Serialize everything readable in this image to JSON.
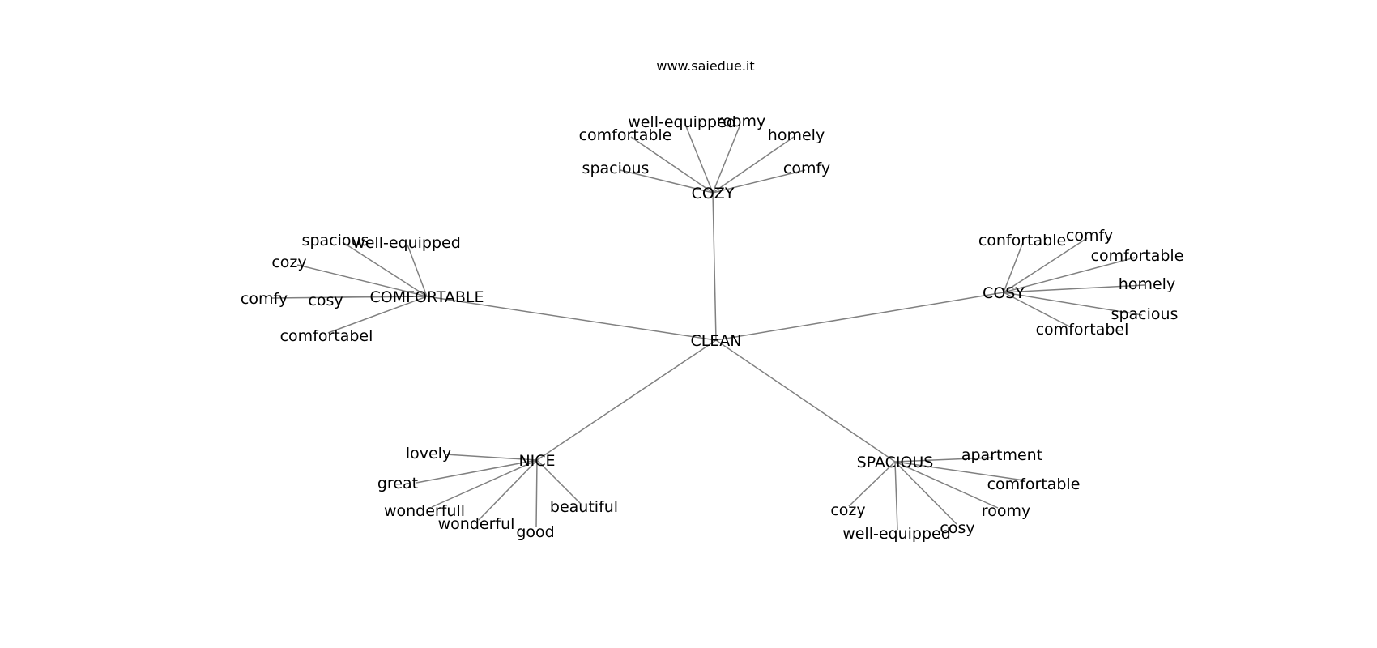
{
  "header": {
    "site": "www.saiedue.it"
  },
  "graph": {
    "center": "CLEAN",
    "hubs": [
      {
        "label": "COZY",
        "leaves": [
          "well-equipped",
          "roomy",
          "comfortable",
          "homely",
          "spacious",
          "comfy"
        ]
      },
      {
        "label": "COMFORTABLE",
        "leaves": [
          "spacious",
          "well-equipped",
          "cozy",
          "comfy",
          "cosy",
          "comfortabel"
        ]
      },
      {
        "label": "COSY",
        "leaves": [
          "confortable",
          "comfy",
          "comfortable",
          "homely",
          "spacious",
          "comfortabel"
        ]
      },
      {
        "label": "NICE",
        "leaves": [
          "lovely",
          "great",
          "wonderfull",
          "wonderful",
          "good",
          "beautiful"
        ]
      },
      {
        "label": "SPACIOUS",
        "leaves": [
          "apartment",
          "comfortable",
          "roomy",
          "cosy",
          "well-equipped",
          "cozy"
        ]
      }
    ]
  },
  "colors": {
    "edge": "#808080",
    "text": "#000000",
    "background": "#ffffff"
  }
}
